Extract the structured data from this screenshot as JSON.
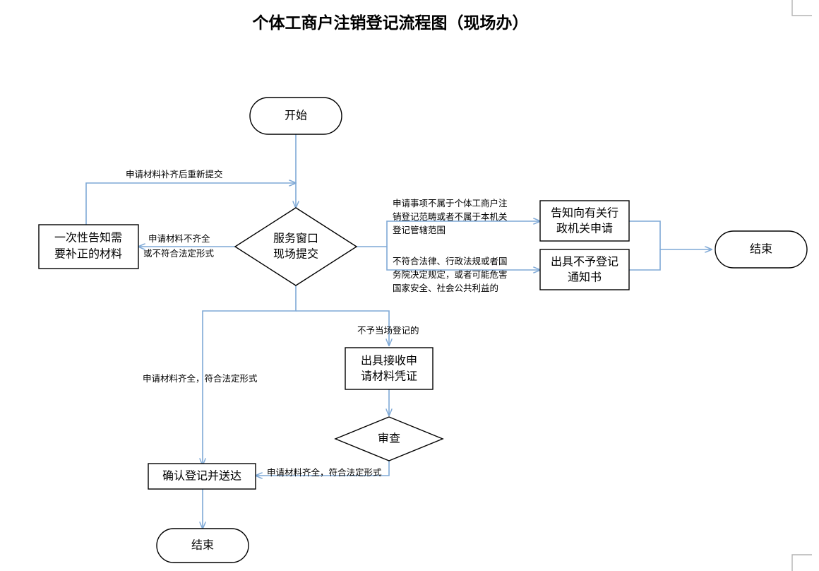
{
  "page": {
    "title": "个体工商户注销登记流程图（现场办）",
    "accent_color": "#7FA9D6",
    "node_border_color": "#000000",
    "background_color": "#ffffff",
    "crop_mark_color": "#b3b3b3"
  },
  "nodes": {
    "start": {
      "label": "开始",
      "shape": "stadium"
    },
    "submit": {
      "label_line1": "服务窗口",
      "label_line2": "现场提交",
      "shape": "diamond"
    },
    "inform_supplement": {
      "label_line1": "一次性告知需",
      "label_line2": "要补正的材料",
      "shape": "rect"
    },
    "inform_other_agency": {
      "label_line1": "告知向有关行",
      "label_line2": "政机关申请",
      "shape": "rect"
    },
    "refusal_notice": {
      "label_line1": "出具不予登记",
      "label_line2": "通知书",
      "shape": "rect"
    },
    "end_right": {
      "label": "结束",
      "shape": "stadium"
    },
    "receipt_voucher": {
      "label_line1": "出具接收申",
      "label_line2": "请材料凭证",
      "shape": "rect"
    },
    "review": {
      "label": "审查",
      "shape": "diamond"
    },
    "confirm_register": {
      "label": "确认登记并送达",
      "shape": "rect"
    },
    "end_bottom": {
      "label": "结束",
      "shape": "stadium"
    }
  },
  "edge_labels": {
    "resubmit_after_supplement": "申请材料补齐后重新提交",
    "incomplete_line1": "申请材料不齐全",
    "incomplete_line2": "或不符合法定形式",
    "out_of_scope_line1": "申请事项不属于个体工商户注",
    "out_of_scope_line2": "销登记范畴或者不属于本机关",
    "out_of_scope_line3": "登记管辖范围",
    "illegal_line1": "不符合法律、行政法规或者国",
    "illegal_line2": "务院决定规定，或者可能危害",
    "illegal_line3": "国家安全、社会公共利益的",
    "not_onsite_registered": "不予当场登记的",
    "complete_left": "申请材料齐全，符合法定形式",
    "complete_review": "申请材料齐全，符合法定形式"
  }
}
